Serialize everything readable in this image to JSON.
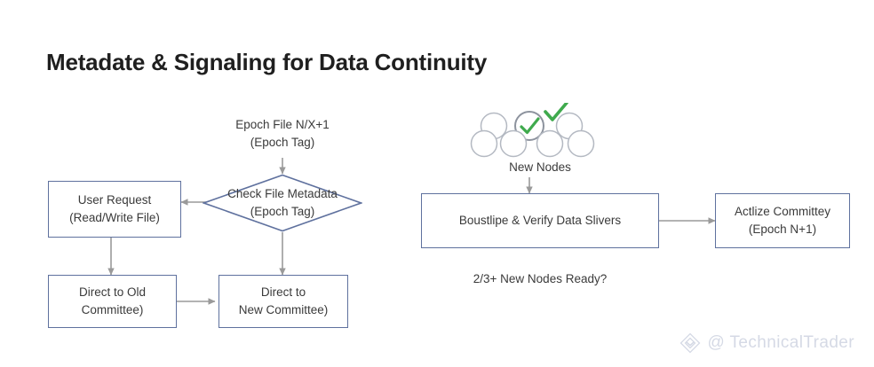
{
  "slide": {
    "title": "Metadate & Signaling for Data Continuity",
    "background": "#ffffff",
    "box_border_color": "#5f719e",
    "arrow_color": "#9a9a9a",
    "accent_green": "#3faa4d"
  },
  "left_flow": {
    "epoch_file_label": {
      "line1": "Epoch File N/X+1",
      "line2": "(Epoch Tag)"
    },
    "decision": {
      "line1": "Check File Metadata",
      "line2": "(Epoch Tag)"
    },
    "user_request": {
      "line1": "User Request",
      "line2": "(Read/Write File)"
    },
    "direct_old": {
      "line1": "Direct to Old",
      "line2": "Committee)"
    },
    "direct_new": {
      "line1": "Direct to",
      "line2": "New Committee)"
    }
  },
  "right_flow": {
    "cluster_label": "New Nodes",
    "cluster_node_count": 7,
    "check_icon": "green-check-icon",
    "bootstrap_box": "Boustlipe & Verify Data Slivers",
    "activate_box": {
      "line1": "Actlize Committey",
      "line2": "(Epoch N+1)"
    },
    "quorum_note": "2/3+ New Nodes Ready?"
  },
  "watermark": {
    "logo": "diamond-logo-icon",
    "text": "@ TechnicalTrader"
  }
}
